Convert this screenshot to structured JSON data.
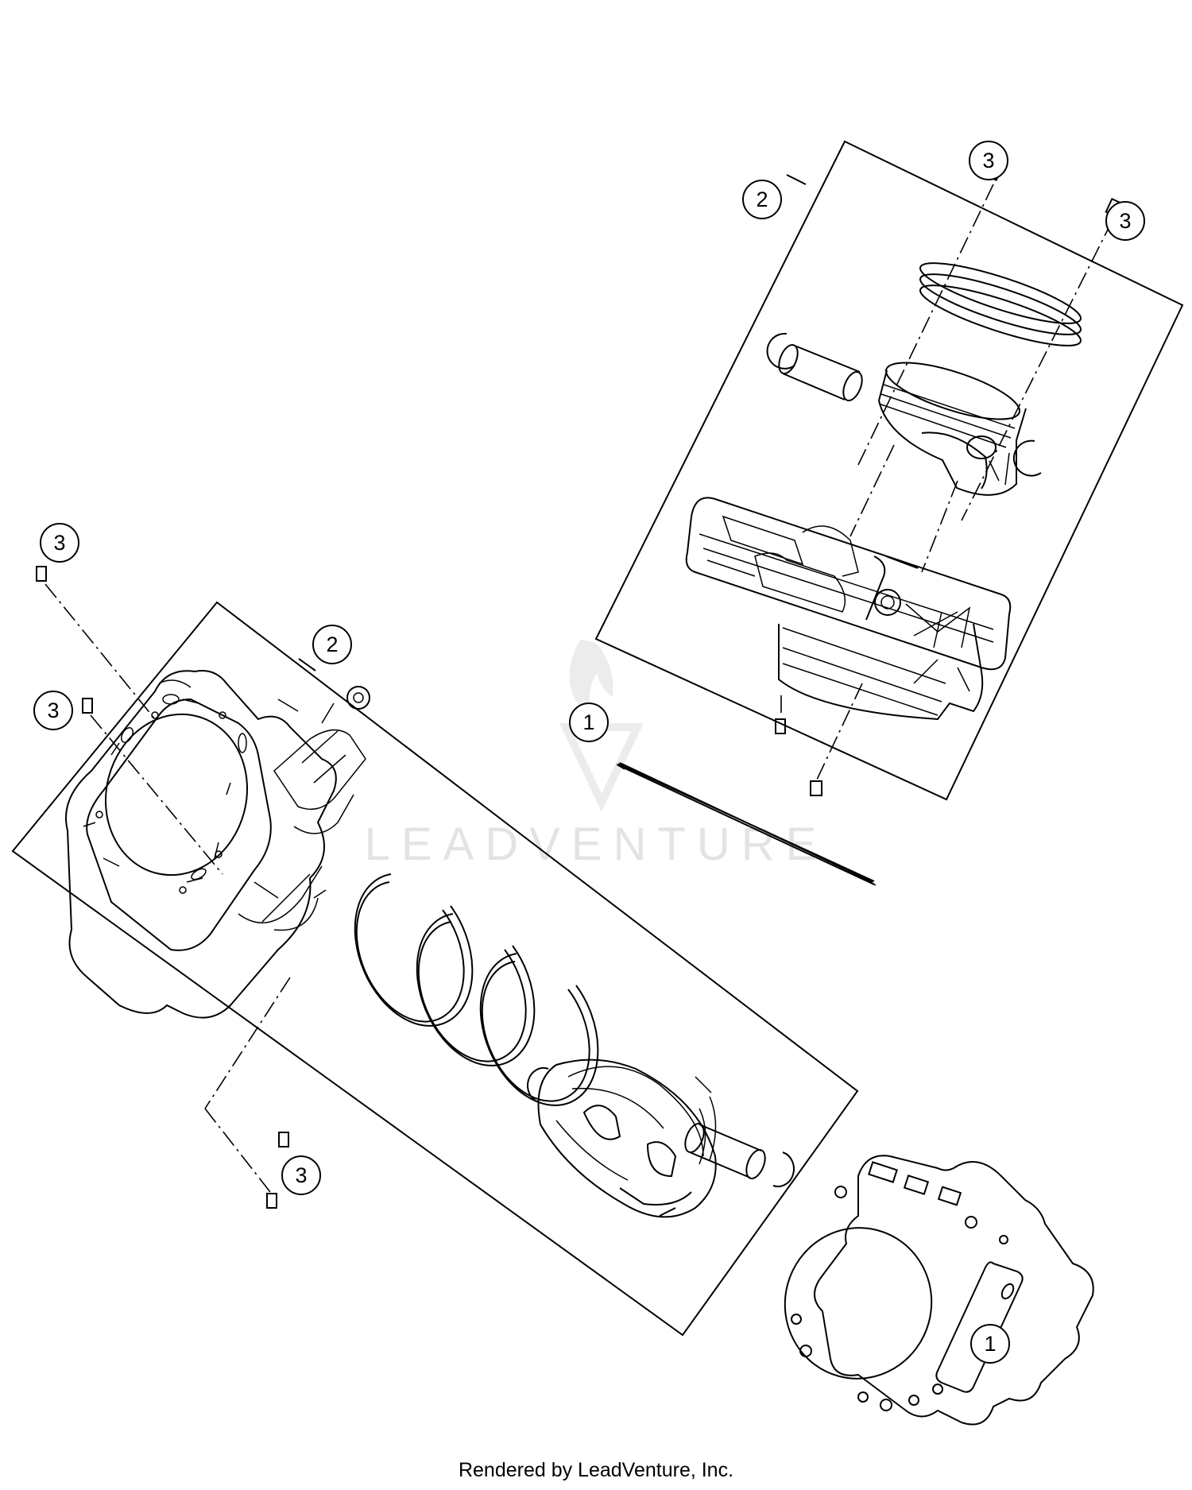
{
  "footer_text": "Rendered by LeadVenture, Inc.",
  "watermark_text": "LEADVENTURE",
  "callouts": [
    {
      "id": "c-top-3a",
      "label": "3"
    },
    {
      "id": "c-top-3b",
      "label": "3"
    },
    {
      "id": "c-top-2",
      "label": "2"
    },
    {
      "id": "c-top-1",
      "label": "1"
    },
    {
      "id": "c-left-3a",
      "label": "3"
    },
    {
      "id": "c-left-3b",
      "label": "3"
    },
    {
      "id": "c-left-2",
      "label": "2"
    },
    {
      "id": "c-left-3c",
      "label": "3"
    },
    {
      "id": "c-bottom-1",
      "label": "1"
    }
  ]
}
